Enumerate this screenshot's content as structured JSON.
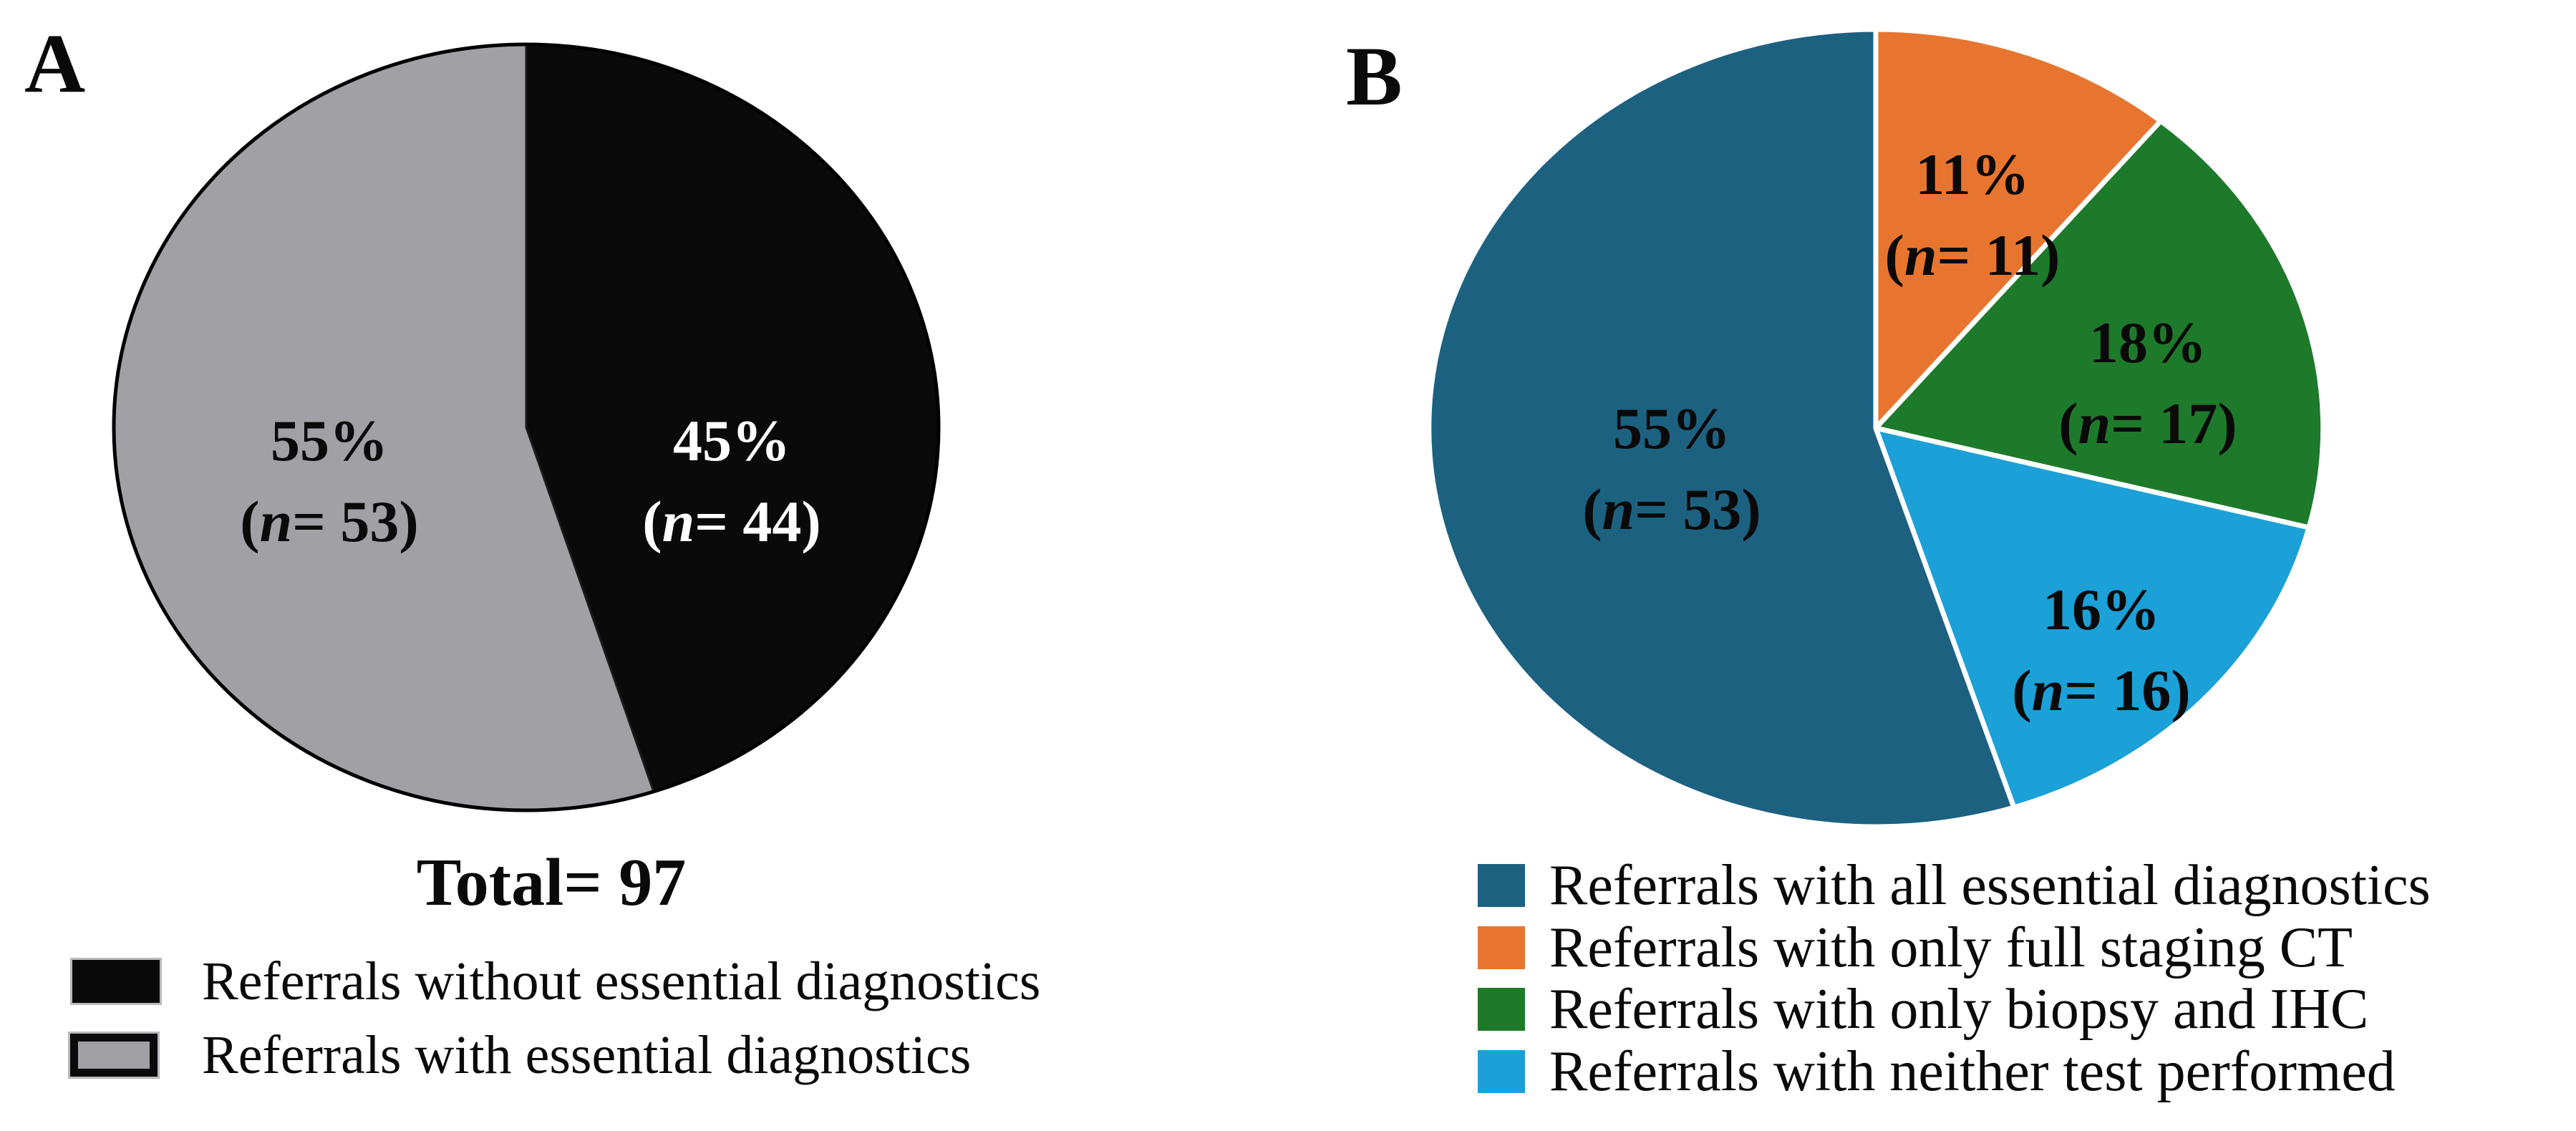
{
  "figure": {
    "panel_a": {
      "letter": "A",
      "total_label": "Total= 97"
    },
    "panel_b": {
      "letter": "B"
    },
    "symbols": {
      "paren_open": "(",
      "n_italic": "n"
    }
  },
  "chart_data": [
    {
      "type": "pie",
      "panel": "A",
      "title": "Referrals by presence of essential diagnostics",
      "total": 97,
      "start_angle": "12 o'clock, clockwise",
      "legend_position": "below chart, left aligned",
      "outline_color": "#0a0a0a",
      "slices": [
        {
          "label": "Referrals without essential diagnostics",
          "pct": 45,
          "n": 44,
          "pct_text": "45%",
          "n_rest": "= 44)",
          "color": "#0a0a0a",
          "text_color": "#ffffff"
        },
        {
          "label": "Referrals with essential diagnostics",
          "pct": 55,
          "n": 53,
          "pct_text": "55%",
          "n_rest": "= 53)",
          "color": "#a1a0a5",
          "text_color": "#0a0a0a"
        }
      ]
    },
    {
      "type": "pie",
      "panel": "B",
      "title": "Referrals by diagnostic tests performed",
      "total": 97,
      "start_angle": "12 o'clock, clockwise",
      "legend_position": "below chart, left aligned",
      "slice_gap_color": "#ffffff",
      "slices": [
        {
          "label": "Referrals with only full staging CT",
          "pct": 11,
          "n": 11,
          "pct_text": "11%",
          "n_rest": "= 11)",
          "color": "#e8752f",
          "text_color": "#0a0a0a"
        },
        {
          "label": "Referrals with only biopsy and IHC",
          "pct": 18,
          "n": 17,
          "pct_text": "18%",
          "n_rest": "= 17)",
          "color": "#1e7a2b",
          "text_color": "#0a0a0a"
        },
        {
          "label": "Referrals with neither test performed",
          "pct": 16,
          "n": 16,
          "pct_text": "16%",
          "n_rest": "= 16)",
          "color": "#1ba0d8",
          "text_color": "#0a0a0a"
        },
        {
          "label": "Referrals with all essential diagnostics",
          "pct": 55,
          "n": 53,
          "pct_text": "55%",
          "n_rest": "= 53)",
          "color": "#1d6180",
          "text_color": "#0a0a0a"
        }
      ]
    }
  ]
}
